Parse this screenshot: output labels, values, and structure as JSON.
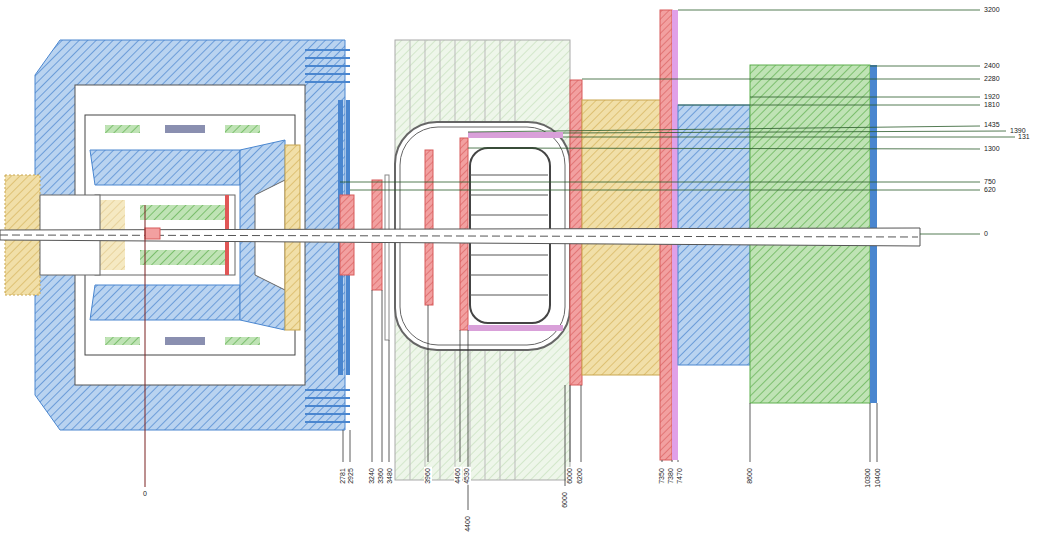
{
  "diagram": {
    "labels": [
      "3200",
      "2400",
      "2280",
      "1920",
      "1810",
      "1435",
      "1390",
      "131",
      "1300",
      "750",
      "620",
      "0",
      "2781",
      "2925",
      "3240",
      "3360",
      "3480",
      "3960",
      "4460",
      "4530",
      "4400",
      "6000",
      "6200",
      "6000",
      "7350",
      "7380",
      "7470",
      "8600",
      "10300",
      "10400",
      "0"
    ]
  }
}
